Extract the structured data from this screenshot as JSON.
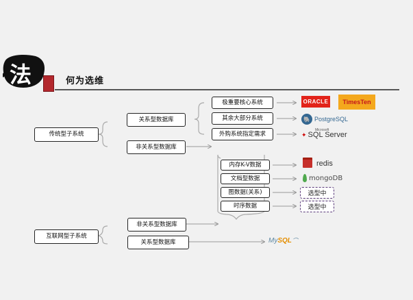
{
  "header": {
    "brush_char": "法",
    "title": "何为选维"
  },
  "nodes": {
    "traditional": "传统型子系统",
    "internet": "互联网型子系统",
    "trad_relational": "关系型数据库",
    "trad_nonrelational": "非关系型数据库",
    "core": "极重要核心系统",
    "others": "其余大部分系统",
    "outsourced": "外购系统指定需求",
    "kv": "内存K-V数据",
    "document": "文档型数据",
    "graph": "图数据(关系)",
    "timeseries": "时序数据",
    "inet_nonrelational": "非关系型数据库",
    "inet_relational": "关系型数据库"
  },
  "logos": {
    "oracle": "ORACLE",
    "timesten": "TimesTen",
    "postgresql": "PostgreSQL",
    "sqlserver_brand": "Microsoft",
    "sqlserver": "SQL Server",
    "redis": "redis",
    "mongodb": "mongoDB",
    "mysql_a": "My",
    "mysql_b": "SQL"
  },
  "pending": {
    "graph": "选型中",
    "timeseries": "选型中"
  },
  "colors": {
    "accent_line": "#222222",
    "oracle_red": "#e2231a",
    "timesten_orange": "#f4a81d",
    "postgres_blue": "#336791",
    "redis_red": "#c6302b",
    "mongo_green": "#4fa94d",
    "mysql_blue": "#5d87a1",
    "mysql_orange": "#e48e00",
    "pending_border": "#5a3a7a"
  }
}
